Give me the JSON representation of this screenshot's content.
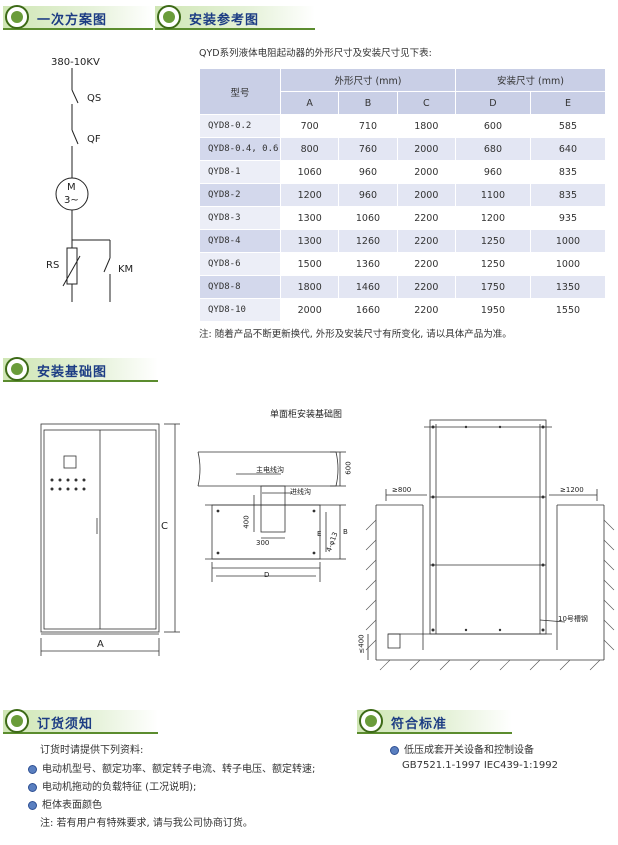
{
  "sections": {
    "scheme": "一次方案图",
    "install_ref": "安装参考图",
    "foundation": "安装基础图",
    "ordering": "订货须知",
    "standards": "符合标准"
  },
  "circuit": {
    "voltage": "380-10KV",
    "qs": "QS",
    "qf": "QF",
    "motor_top": "M",
    "motor_bottom": "3~",
    "rs": "RS",
    "km": "KM"
  },
  "install": {
    "intro": "QYD系列液体电阻起动器的外形尺寸及安装尺寸见下表:",
    "table": {
      "model_header": "型号",
      "outline_header": "外形尺寸 (mm)",
      "mount_header": "安装尺寸 (mm)",
      "cols": [
        "A",
        "B",
        "C",
        "D",
        "E"
      ],
      "rows": [
        {
          "model": "QYD8-0.2",
          "a": "700",
          "b": "710",
          "c": "1800",
          "d": "600",
          "e": "585"
        },
        {
          "model": "QYD8-0.4, 0.6",
          "a": "800",
          "b": "760",
          "c": "2000",
          "d": "680",
          "e": "640"
        },
        {
          "model": "QYD8-1",
          "a": "1060",
          "b": "960",
          "c": "2000",
          "d": "960",
          "e": "835"
        },
        {
          "model": "QYD8-2",
          "a": "1200",
          "b": "960",
          "c": "2000",
          "d": "1100",
          "e": "835"
        },
        {
          "model": "QYD8-3",
          "a": "1300",
          "b": "1060",
          "c": "2200",
          "d": "1200",
          "e": "935"
        },
        {
          "model": "QYD8-4",
          "a": "1300",
          "b": "1260",
          "c": "2200",
          "d": "1250",
          "e": "1000"
        },
        {
          "model": "QYD8-6",
          "a": "1500",
          "b": "1360",
          "c": "2200",
          "d": "1250",
          "e": "1000"
        },
        {
          "model": "QYD8-8",
          "a": "1800",
          "b": "1460",
          "c": "2200",
          "d": "1750",
          "e": "1350"
        },
        {
          "model": "QYD8-10",
          "a": "2000",
          "b": "1660",
          "c": "2200",
          "d": "1950",
          "e": "1550"
        }
      ]
    },
    "note": "注: 随着产品不断更新换代, 外形及安装尺寸有所变化, 请以具体产品为准。"
  },
  "foundation": {
    "single_title": "单面柜安装基础图",
    "cab_a": "A",
    "cab_c": "C",
    "main_trench": "主电线沟",
    "inlet_trench": "进线沟",
    "dim_600": "600",
    "dim_300": "300",
    "dim_400": "400",
    "dim_b": "B",
    "dim_e": "E",
    "dim_d": "D",
    "dim_hole": "4-φ13",
    "ge800": "≥800",
    "ge1200": "≥1200",
    "le400": "≤400",
    "channel": "10号槽钢"
  },
  "ordering": {
    "intro": "订货时请提供下列资料:",
    "items": [
      "电动机型号、额定功率、额定转子电流、转子电压、额定转速;",
      "电动机拖动的负载特征 (工况说明);",
      "柜体表面颜色"
    ],
    "note": "注: 若有用户有特殊要求, 请与我公司协商订货。"
  },
  "standards": {
    "item": "低压成套开关设备和控制设备",
    "codes": "GB7521.1-1997  IEC439-1:1992"
  }
}
